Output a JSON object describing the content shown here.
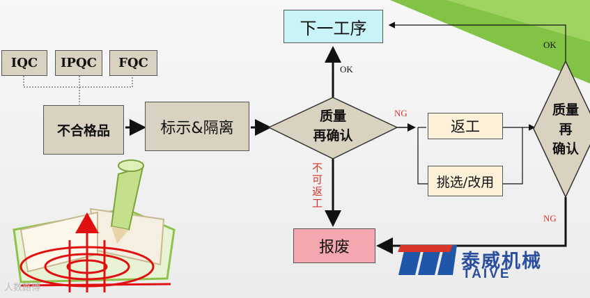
{
  "qc_boxes": [
    "IQC",
    "IPQC",
    "FQC"
  ],
  "nonconforming": "不合格品",
  "mark_isolate": "标示&隔离",
  "quality_reconfirm_1": [
    "质量",
    "再确认"
  ],
  "quality_reconfirm_2": [
    "质量",
    "再",
    "确认"
  ],
  "next_process": "下一工序",
  "rework": "返工",
  "select_modify": "挑选/改用",
  "scrap": "报废",
  "labels": {
    "ok_up": "OK",
    "ok_top": "OK",
    "ng_right": "NG",
    "ng_bottom": "NG",
    "not_reworkable": "不可返工"
  },
  "logo": {
    "cn": "泰威机械",
    "en": "TAIVE"
  },
  "watermark": "人数路博",
  "colors": {
    "tan": "#d9d2c0",
    "cream": "#fdf0d8",
    "cyan": "#c8f4f7",
    "pink": "#f5a7b0",
    "green": "#7bbf3a",
    "red": "#d8342a",
    "blue": "#2a4f9e"
  }
}
